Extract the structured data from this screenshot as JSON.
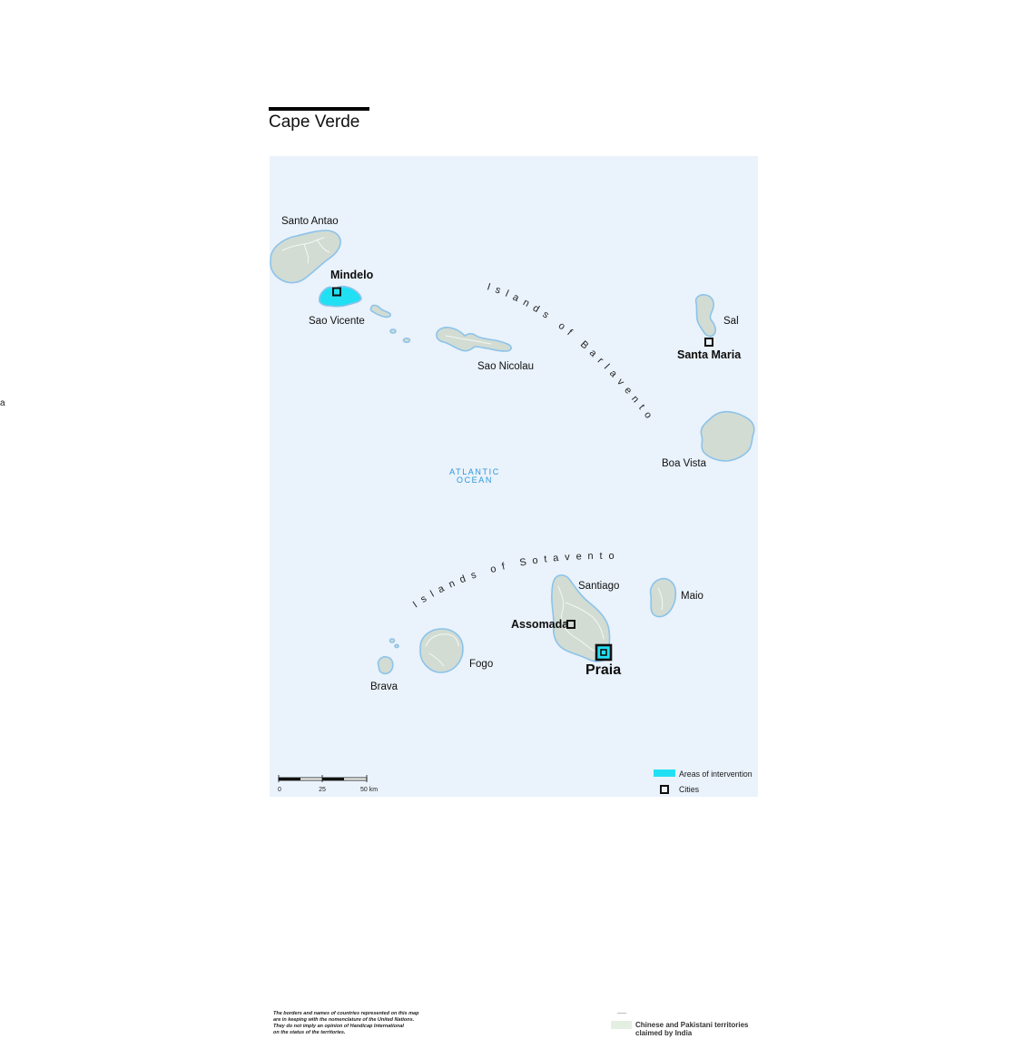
{
  "stray_text": "a",
  "title": "Cape Verde",
  "colors": {
    "ocean": "#eaf2fb",
    "land": "#d2dcd3",
    "coastline": "#8cc3ea",
    "intervention": "#22e0f4",
    "ocean_label": "#2a98dc",
    "disputed_territory": "#e4efe4"
  },
  "map": {
    "ocean_label": {
      "line1": "ATLANTIC",
      "line2": "OCEAN"
    },
    "island_groups": {
      "barlavento": "Islands of Barlavento",
      "sotavento": "Islands of Sotavento"
    },
    "islands": {
      "santo_antao": {
        "name": "Santo Antao",
        "intervention": false
      },
      "sao_vicente": {
        "name": "Sao Vicente",
        "intervention": true
      },
      "sao_nicolau": {
        "name": "Sao Nicolau",
        "intervention": false
      },
      "sal": {
        "name": "Sal",
        "intervention": false
      },
      "boa_vista": {
        "name": "Boa Vista",
        "intervention": false
      },
      "santiago": {
        "name": "Santiago",
        "intervention": false
      },
      "maio": {
        "name": "Maio",
        "intervention": false
      },
      "fogo": {
        "name": "Fogo",
        "intervention": false
      },
      "brava": {
        "name": "Brava",
        "intervention": false
      }
    },
    "cities": {
      "mindelo": {
        "name": "Mindelo",
        "intervention": false
      },
      "santa_maria": {
        "name": "Santa Maria",
        "intervention": false
      },
      "assomada": {
        "name": "Assomada",
        "intervention": false
      },
      "praia": {
        "name": "Praia",
        "intervention": true
      }
    }
  },
  "scale_bar": {
    "ticks": [
      "0",
      "25",
      "50 km"
    ]
  },
  "legend": {
    "intervention_label": "Areas of intervention",
    "cities_label": "Cities"
  },
  "footer": {
    "disclaimer": [
      "The borders and names of countries represented on this map",
      "are in keeping with the nomenclature of the United Nations.",
      "They do not imply an opinion of Handicap International",
      "on the status of the territories."
    ]
  },
  "disputed_legend": {
    "lines": [
      "Chinese and Pakistani territories",
      "claimed by India"
    ]
  }
}
